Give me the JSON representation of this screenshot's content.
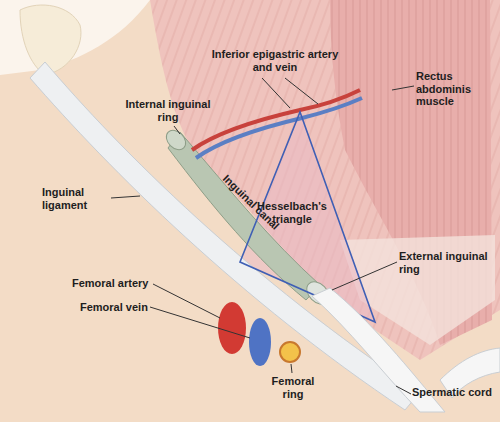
{
  "diagram": {
    "labels": [
      "Inferior epigastric artery and vein",
      "Rectus abdominis muscle",
      "Internal inguinal ring",
      "Inguinal ligament",
      "Inguinal canal",
      "Hesselbach's triangle",
      "External inguinal ring",
      "Femoral artery",
      "Femoral vein",
      "Femoral ring",
      "Spermatic cord"
    ]
  }
}
